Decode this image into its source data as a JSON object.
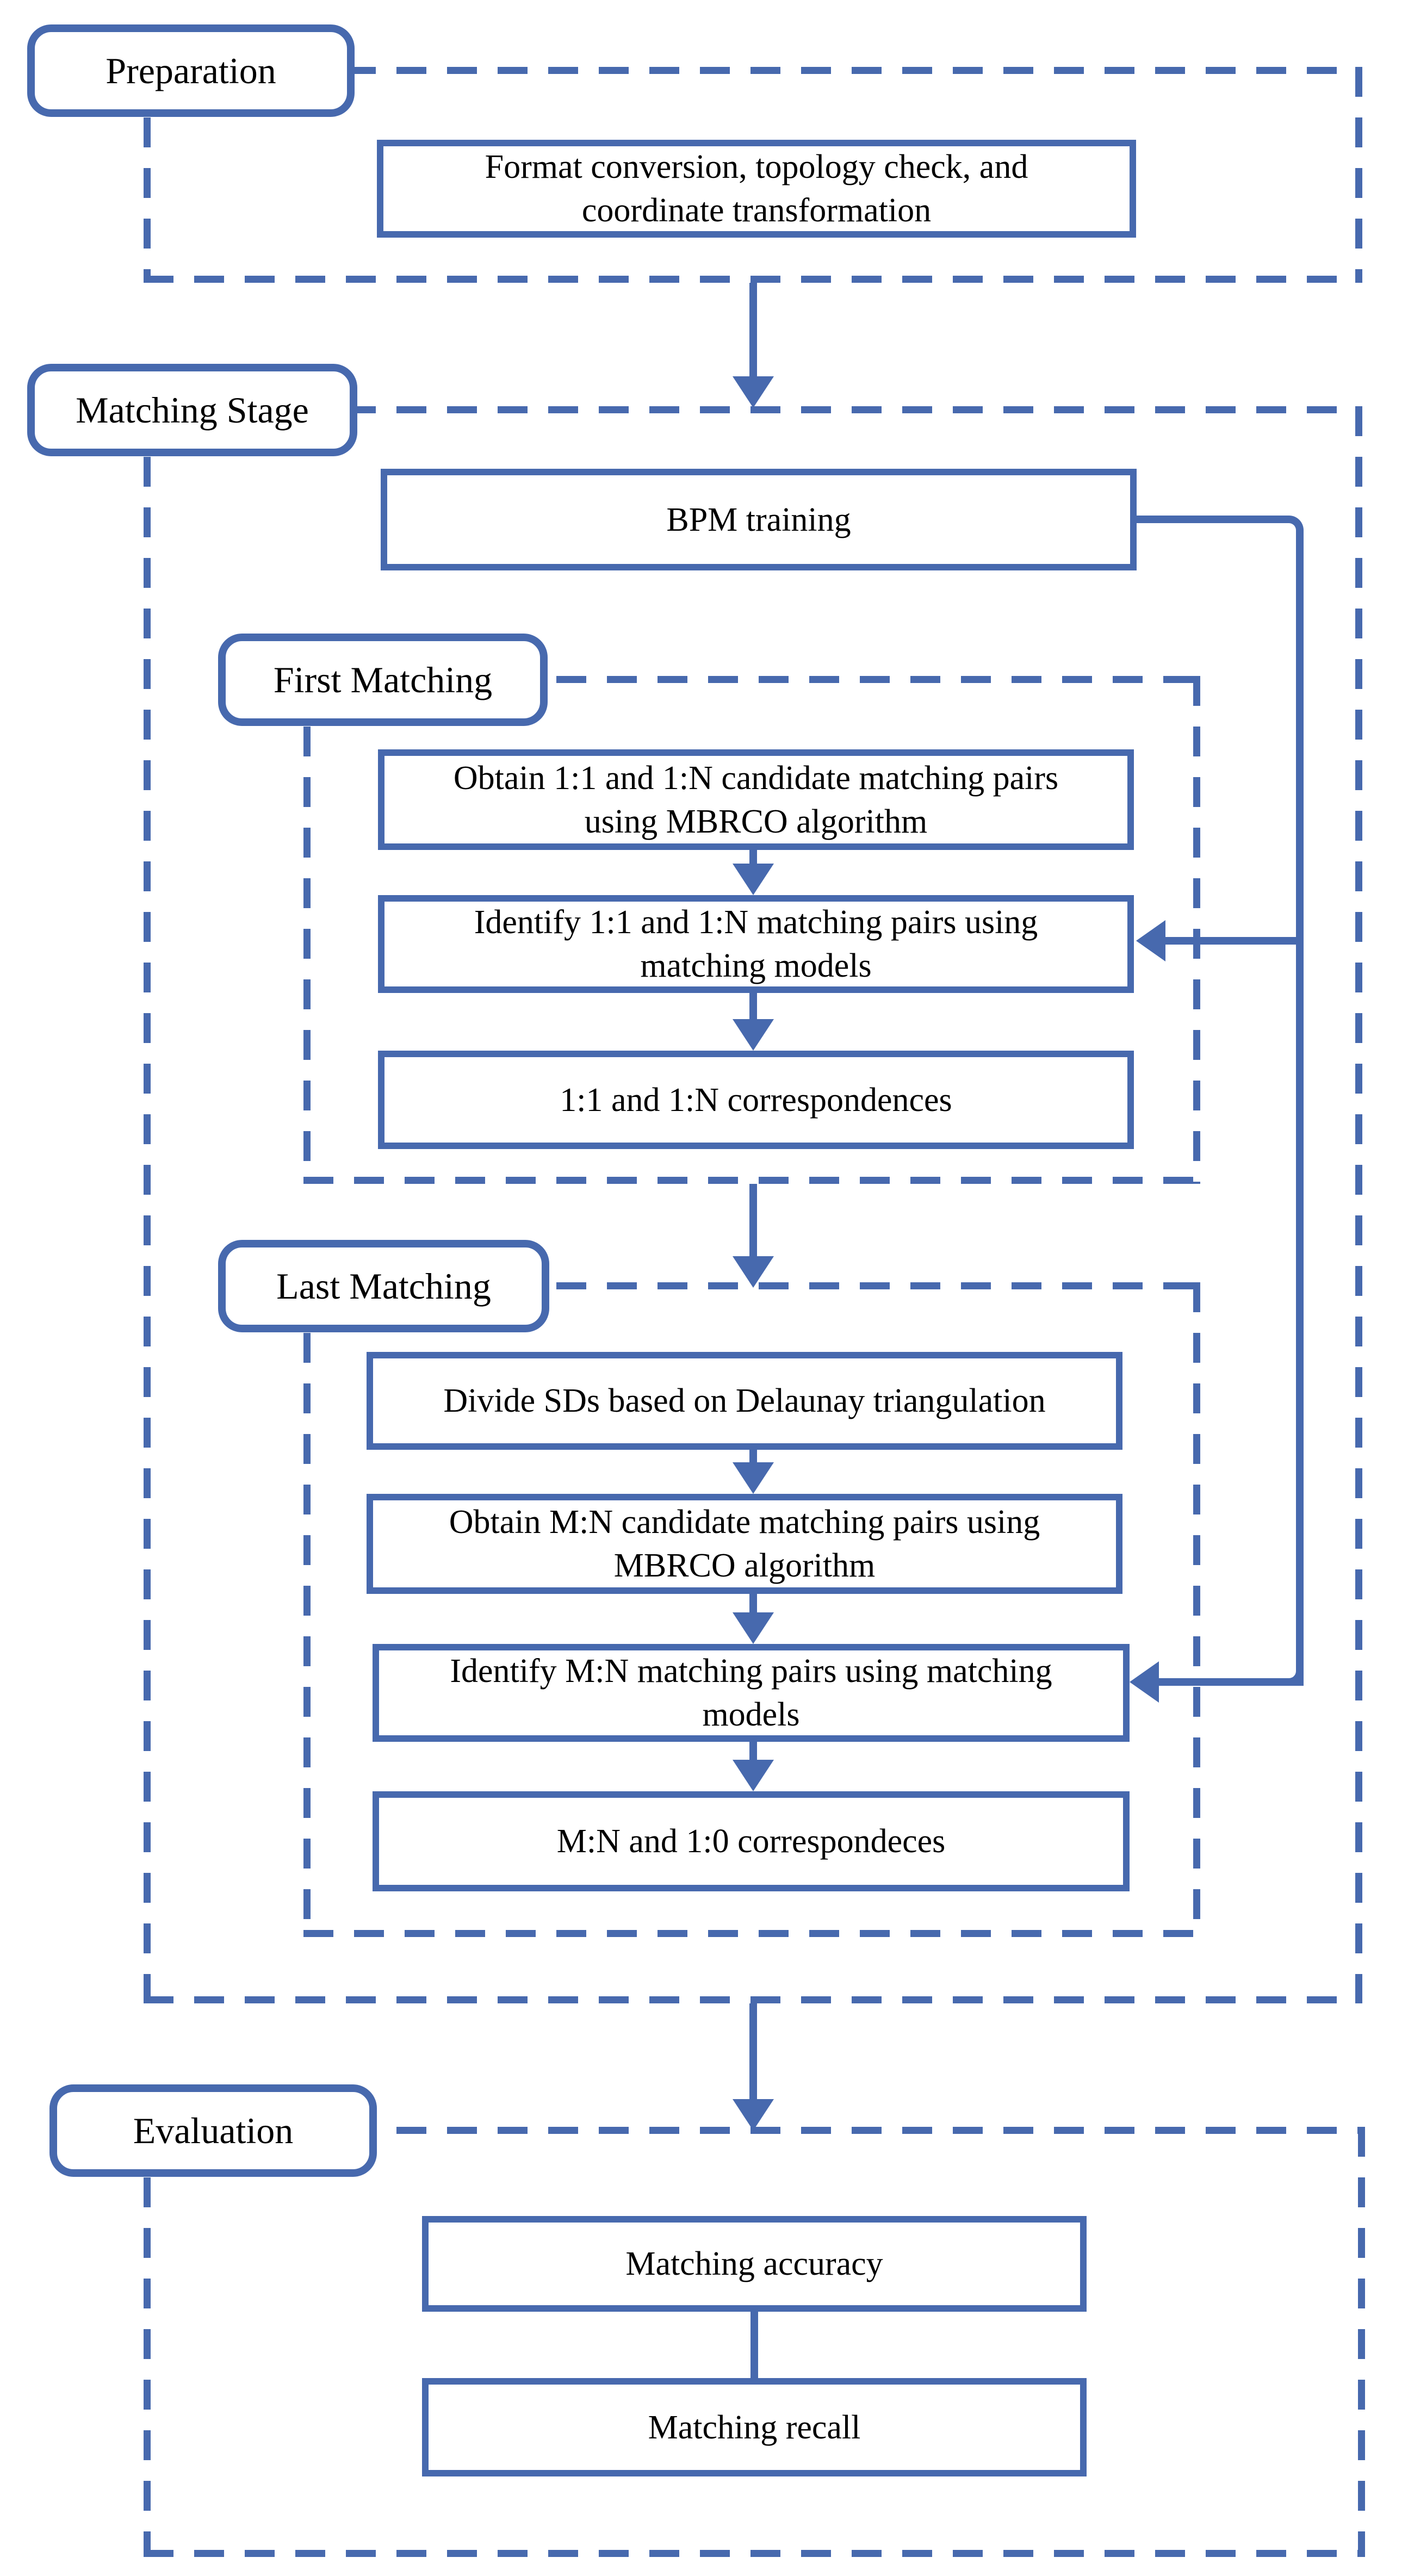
{
  "colors": {
    "accent_blue": "#4769AE",
    "text": "#000000",
    "background": "#FFFFFF"
  },
  "diagram": {
    "preparation": {
      "label": "Preparation",
      "format_box": "Format conversion, topology check, and coordinate transformation"
    },
    "matching_stage": {
      "label": "Matching Stage",
      "bpm_box": "BPM training",
      "first_matching": {
        "label": "First Matching",
        "obtain_box": "Obtain 1:1 and 1:N candidate matching pairs using MBRCO algorithm",
        "identify_box": "Identify 1:1 and 1:N matching pairs using matching models",
        "correspondences_box": "1:1 and 1:N correspondences"
      },
      "last_matching": {
        "label": "Last Matching",
        "divide_box": "Divide SDs based on Delaunay triangulation",
        "obtain_box": "Obtain M:N candidate matching pairs using MBRCO algorithm",
        "identify_box": "Identify M:N matching pairs using matching models",
        "correspondences_box": "M:N and 1:0 correspondeces"
      }
    },
    "evaluation": {
      "label": "Evaluation",
      "accuracy_box": "Matching accuracy",
      "recall_box": "Matching recall"
    }
  }
}
